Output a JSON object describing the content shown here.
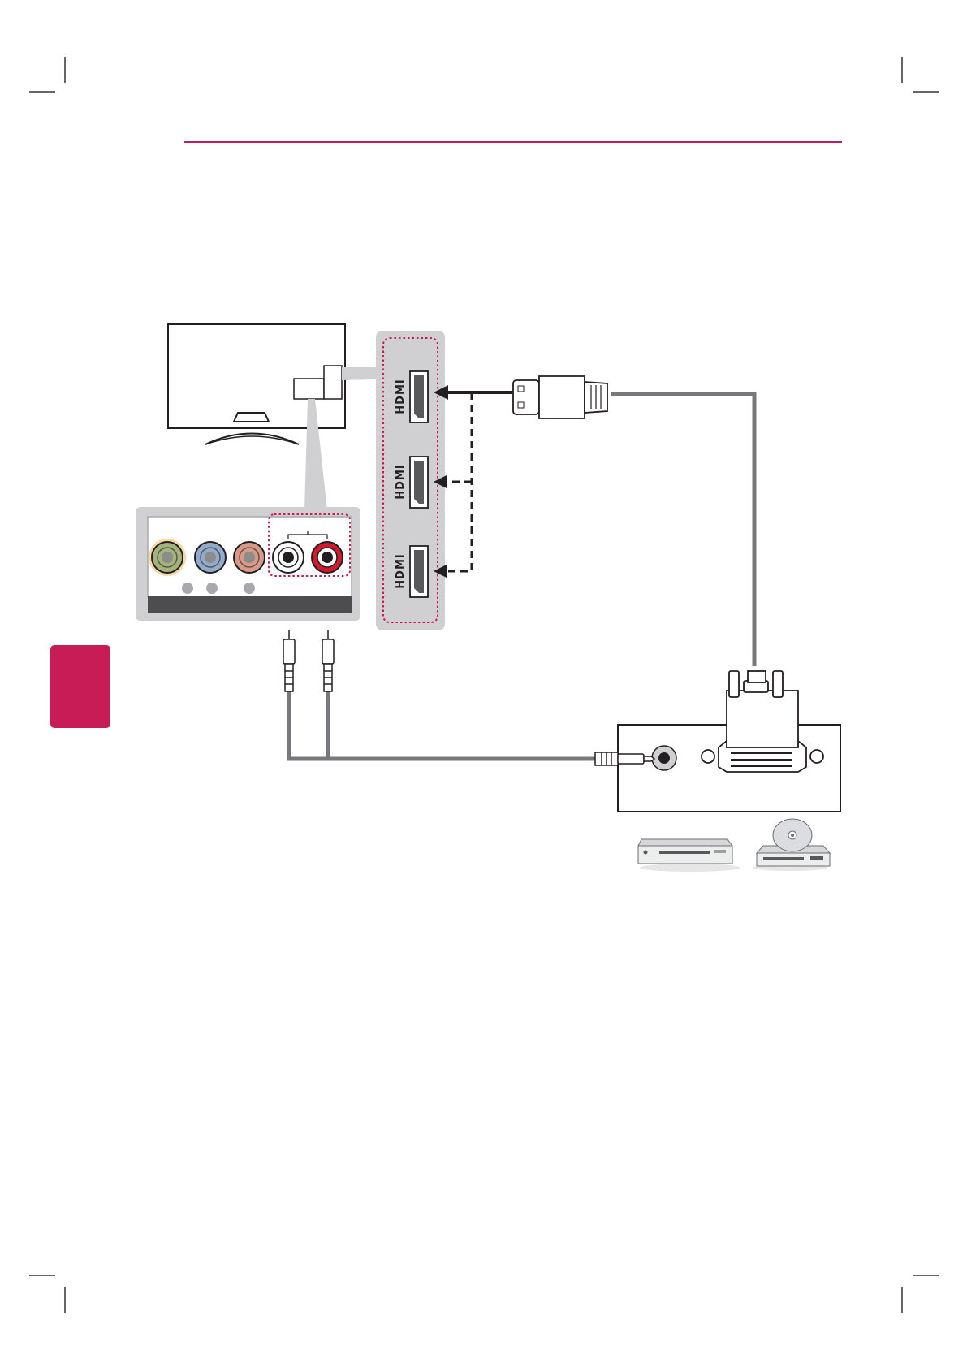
{
  "page": {
    "accent_color": "#c81c56",
    "section_tab_color": "#c81c56"
  },
  "diagram": {
    "tv_panel": {
      "hdmi_ports": [
        {
          "label": "HDMI"
        },
        {
          "label": "HDMI"
        },
        {
          "label": "HDMI"
        }
      ],
      "av_jacks": [
        {
          "color": "#a4b27c",
          "role": "green-jack"
        },
        {
          "color": "#93aacb",
          "role": "blue-jack"
        },
        {
          "color": "#d89a88",
          "role": "orange-jack"
        },
        {
          "color": "#ffffff",
          "role": "white-audio-jack"
        },
        {
          "color": "#d21a2e",
          "role": "red-audio-jack"
        }
      ]
    },
    "devices": [
      "dvd-player-icon",
      "disc-player-icon"
    ],
    "cables": [
      "hdmi-cable",
      "dvi-connector",
      "audio-mini-jack-cable",
      "rca-audio-plugs"
    ]
  }
}
